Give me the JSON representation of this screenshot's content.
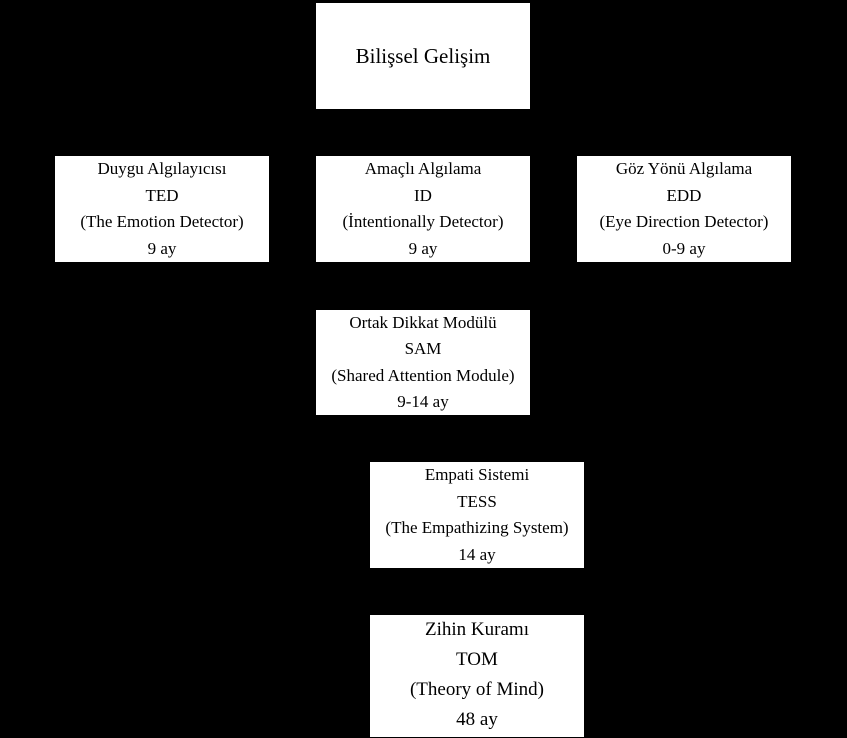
{
  "nodes": {
    "root": {
      "title": "Bilişsel Gelişim"
    },
    "ted": {
      "name": "Duygu Algılayıcısı",
      "abbr": "TED",
      "english": "(The Emotion Detector)",
      "age": "9 ay"
    },
    "id": {
      "name": "Amaçlı Algılama",
      "abbr": "ID",
      "english": "(İntentionally Detector)",
      "age": "9 ay"
    },
    "edd": {
      "name": "Göz Yönü Algılama",
      "abbr": "EDD",
      "english": "(Eye Direction Detector)",
      "age": "0-9 ay"
    },
    "sam": {
      "name": "Ortak Dikkat Modülü",
      "abbr": "SAM",
      "english": "(Shared Attention Module)",
      "age": "9-14 ay"
    },
    "tess": {
      "name": "Empati Sistemi",
      "abbr": "TESS",
      "english": "(The Empathizing System)",
      "age": "14 ay"
    },
    "tom": {
      "name": "Zihin Kuramı",
      "abbr": "TOM",
      "english": "(Theory of Mind)",
      "age": "48 ay"
    }
  },
  "colors": {
    "background": "#000000",
    "box_fill": "#ffffff",
    "text": "#000000"
  }
}
